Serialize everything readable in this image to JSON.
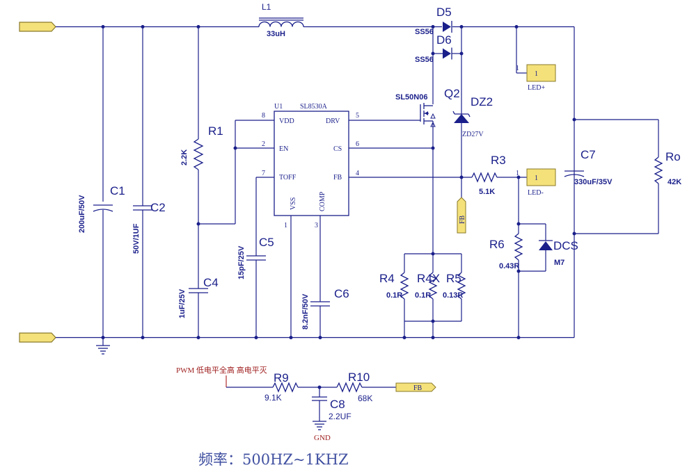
{
  "ic": {
    "ref": "U1",
    "part": "SL8530A",
    "pins": {
      "vdd": {
        "num": "8",
        "name": "VDD"
      },
      "en": {
        "num": "2",
        "name": "EN"
      },
      "toff": {
        "num": "7",
        "name": "TOFF"
      },
      "drv": {
        "num": "5",
        "name": "DRV"
      },
      "cs": {
        "num": "6",
        "name": "CS"
      },
      "fb": {
        "num": "4",
        "name": "FB"
      },
      "vss": {
        "num": "1",
        "name": "VSS"
      },
      "comp": {
        "num": "3",
        "name": "COMP"
      }
    }
  },
  "components": {
    "l1": {
      "ref": "L1",
      "value": "33uH"
    },
    "d5": {
      "ref": "D5",
      "value": "SS56"
    },
    "d6": {
      "ref": "D6",
      "value": "SS56"
    },
    "q2": {
      "ref": "Q2",
      "value": "SL50N06"
    },
    "dz2": {
      "ref": "DZ2",
      "value": "ZD27V"
    },
    "r1": {
      "ref": "R1",
      "value": "2.2K"
    },
    "r3": {
      "ref": "R3",
      "value": "5.1K"
    },
    "r4": {
      "ref": "R4",
      "value": "0.1R"
    },
    "r4x": {
      "ref": "R4X",
      "value": "0.1R"
    },
    "r5": {
      "ref": "R5",
      "value": "0.13R"
    },
    "r6": {
      "ref": "R6",
      "value": "0.43R"
    },
    "ro": {
      "ref": "Ro",
      "value": "42K"
    },
    "c1": {
      "ref": "C1",
      "value": "200uF/50V"
    },
    "c2": {
      "ref": "C2",
      "value": "50V/1UF"
    },
    "c4": {
      "ref": "C4",
      "value": "1uF/25V"
    },
    "c5": {
      "ref": "C5",
      "value": "15pF/25V"
    },
    "c6": {
      "ref": "C6",
      "value": "8.2nF/50V"
    },
    "c7": {
      "ref": "C7",
      "value": "330uF/35V"
    },
    "dcs": {
      "ref": "DCS",
      "value": "M7"
    },
    "r9": {
      "ref": "R9",
      "value": "9.1K"
    },
    "r10": {
      "ref": "R10",
      "value": "68K"
    },
    "c8": {
      "ref": "C8",
      "value": "2.2UF"
    }
  },
  "connectors": {
    "led_plus": {
      "pin": "1",
      "box": "1",
      "label": "LED+"
    },
    "led_minus": {
      "pin": "1",
      "box": "1",
      "label": "LED-"
    }
  },
  "netlabels": {
    "fb_vertical": "FB",
    "fb_horizontal": "FB",
    "gnd": "GND",
    "pwm_note": "PWM 低电平全高 高电平灭"
  },
  "footer": {
    "frequency": "频率：500HZ~1KHZ"
  },
  "colors": {
    "wire": "#1a1f8a",
    "port_fill": "#f4e17a",
    "port_stroke": "#8a7a2a",
    "pwm_wire": "#b03030",
    "footer": "#4050a0"
  }
}
